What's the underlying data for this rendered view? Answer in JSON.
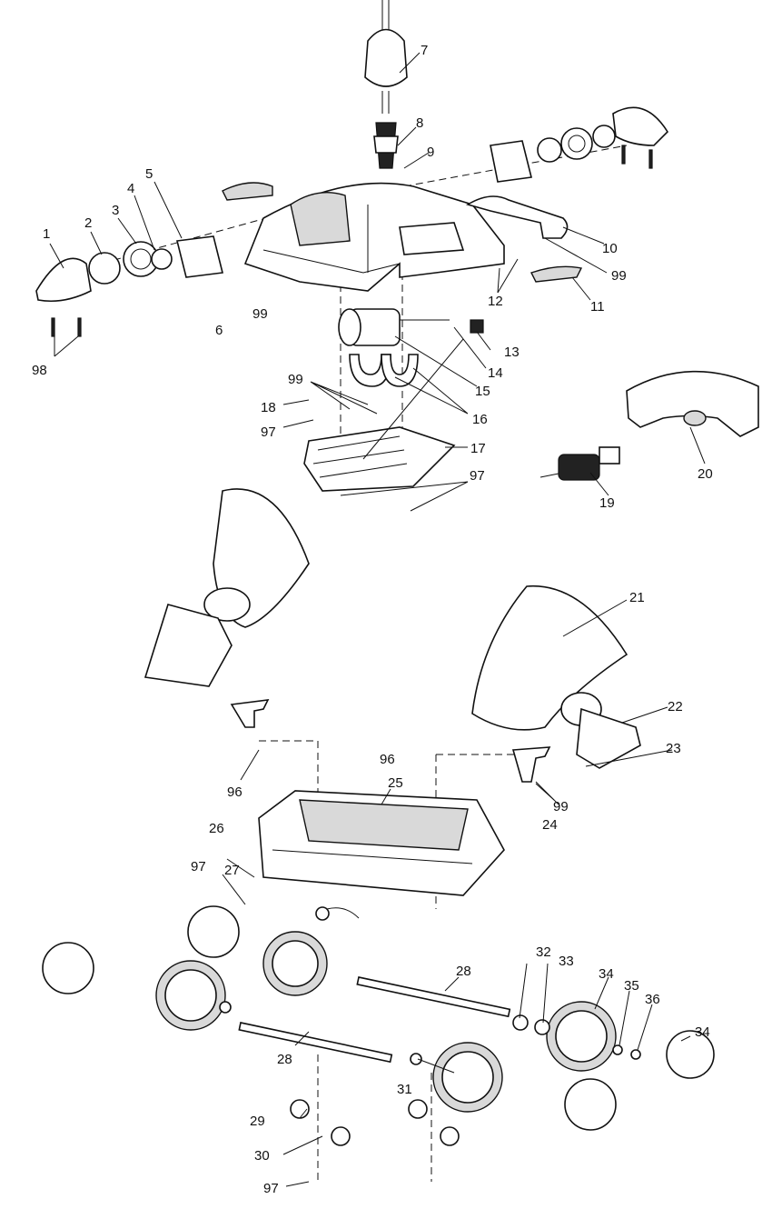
{
  "callouts": [
    "1",
    "2",
    "3",
    "4",
    "5",
    "6",
    "7",
    "8",
    "9",
    "10",
    "11",
    "12",
    "13",
    "14",
    "15",
    "16",
    "17",
    "18",
    "19",
    "20",
    "21",
    "22",
    "23",
    "24",
    "25",
    "26",
    "27",
    "28",
    "28",
    "29",
    "30",
    "31",
    "32",
    "33",
    "34",
    "34",
    "35",
    "36",
    "96",
    "96",
    "97",
    "97",
    "97",
    "97",
    "98",
    "99",
    "99",
    "99",
    "99"
  ]
}
